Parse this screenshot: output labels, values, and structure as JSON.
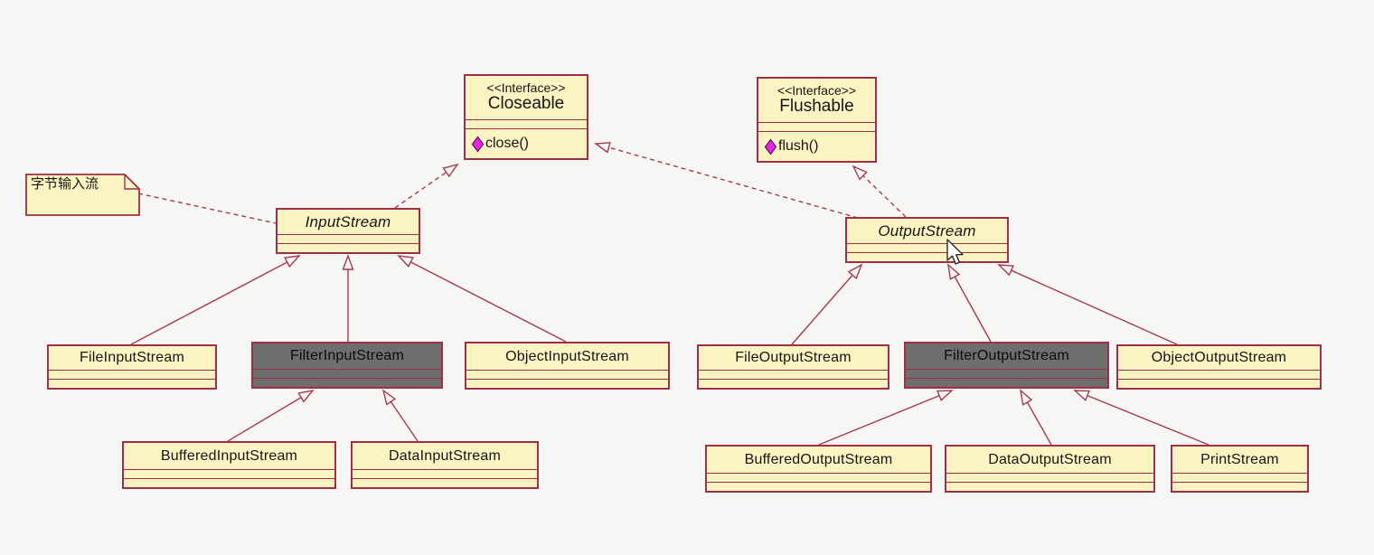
{
  "diagram": {
    "title": "Java IO byte stream class diagram",
    "background_color": "#f6f6f4",
    "box_fill_color": "#fbf3c2",
    "box_border_color": "#9e2f44",
    "highlight_fill_color": "#6e6e6e",
    "edge_color": "#a63a50",
    "method_icon": "magenta-diamond-icon",
    "method_icon_color": "#e227dd"
  },
  "note": {
    "text": "字节输入流"
  },
  "interfaces": {
    "closeable": {
      "stereotype": "<<Interface>>",
      "name": "Closeable",
      "method": "close()"
    },
    "flushable": {
      "stereotype": "<<Interface>>",
      "name": "Flushable",
      "method": "flush()"
    }
  },
  "classes": {
    "input_stream": {
      "name": "InputStream",
      "abstract": true
    },
    "output_stream": {
      "name": "OutputStream",
      "abstract": true
    },
    "file_input": {
      "name": "FileInputStream"
    },
    "filter_input": {
      "name": "FilterInputStream",
      "highlighted": true
    },
    "object_input": {
      "name": "ObjectInputStream"
    },
    "buffered_input": {
      "name": "BufferedInputStream"
    },
    "data_input": {
      "name": "DataInputStream"
    },
    "file_output": {
      "name": "FileOutputStream"
    },
    "filter_output": {
      "name": "FilterOutputStream",
      "highlighted": true
    },
    "object_output": {
      "name": "ObjectOutputStream"
    },
    "buffered_output": {
      "name": "BufferedOutputStream"
    },
    "data_output": {
      "name": "DataOutputStream"
    },
    "print_stream": {
      "name": "PrintStream"
    }
  },
  "relations": {
    "realizations": [
      "InputStream ..|> Closeable",
      "OutputStream ..|> Closeable",
      "OutputStream ..|> Flushable"
    ],
    "generalizations": [
      "FileInputStream --|> InputStream",
      "FilterInputStream --|> InputStream",
      "ObjectInputStream --|> InputStream",
      "BufferedInputStream --|> FilterInputStream",
      "DataInputStream --|> FilterInputStream",
      "FileOutputStream --|> OutputStream",
      "FilterOutputStream --|> OutputStream",
      "ObjectOutputStream --|> OutputStream",
      "BufferedOutputStream --|> FilterOutputStream",
      "DataOutputStream --|> FilterOutputStream",
      "PrintStream --|> FilterOutputStream"
    ],
    "note_attachment": "note .. InputStream"
  }
}
